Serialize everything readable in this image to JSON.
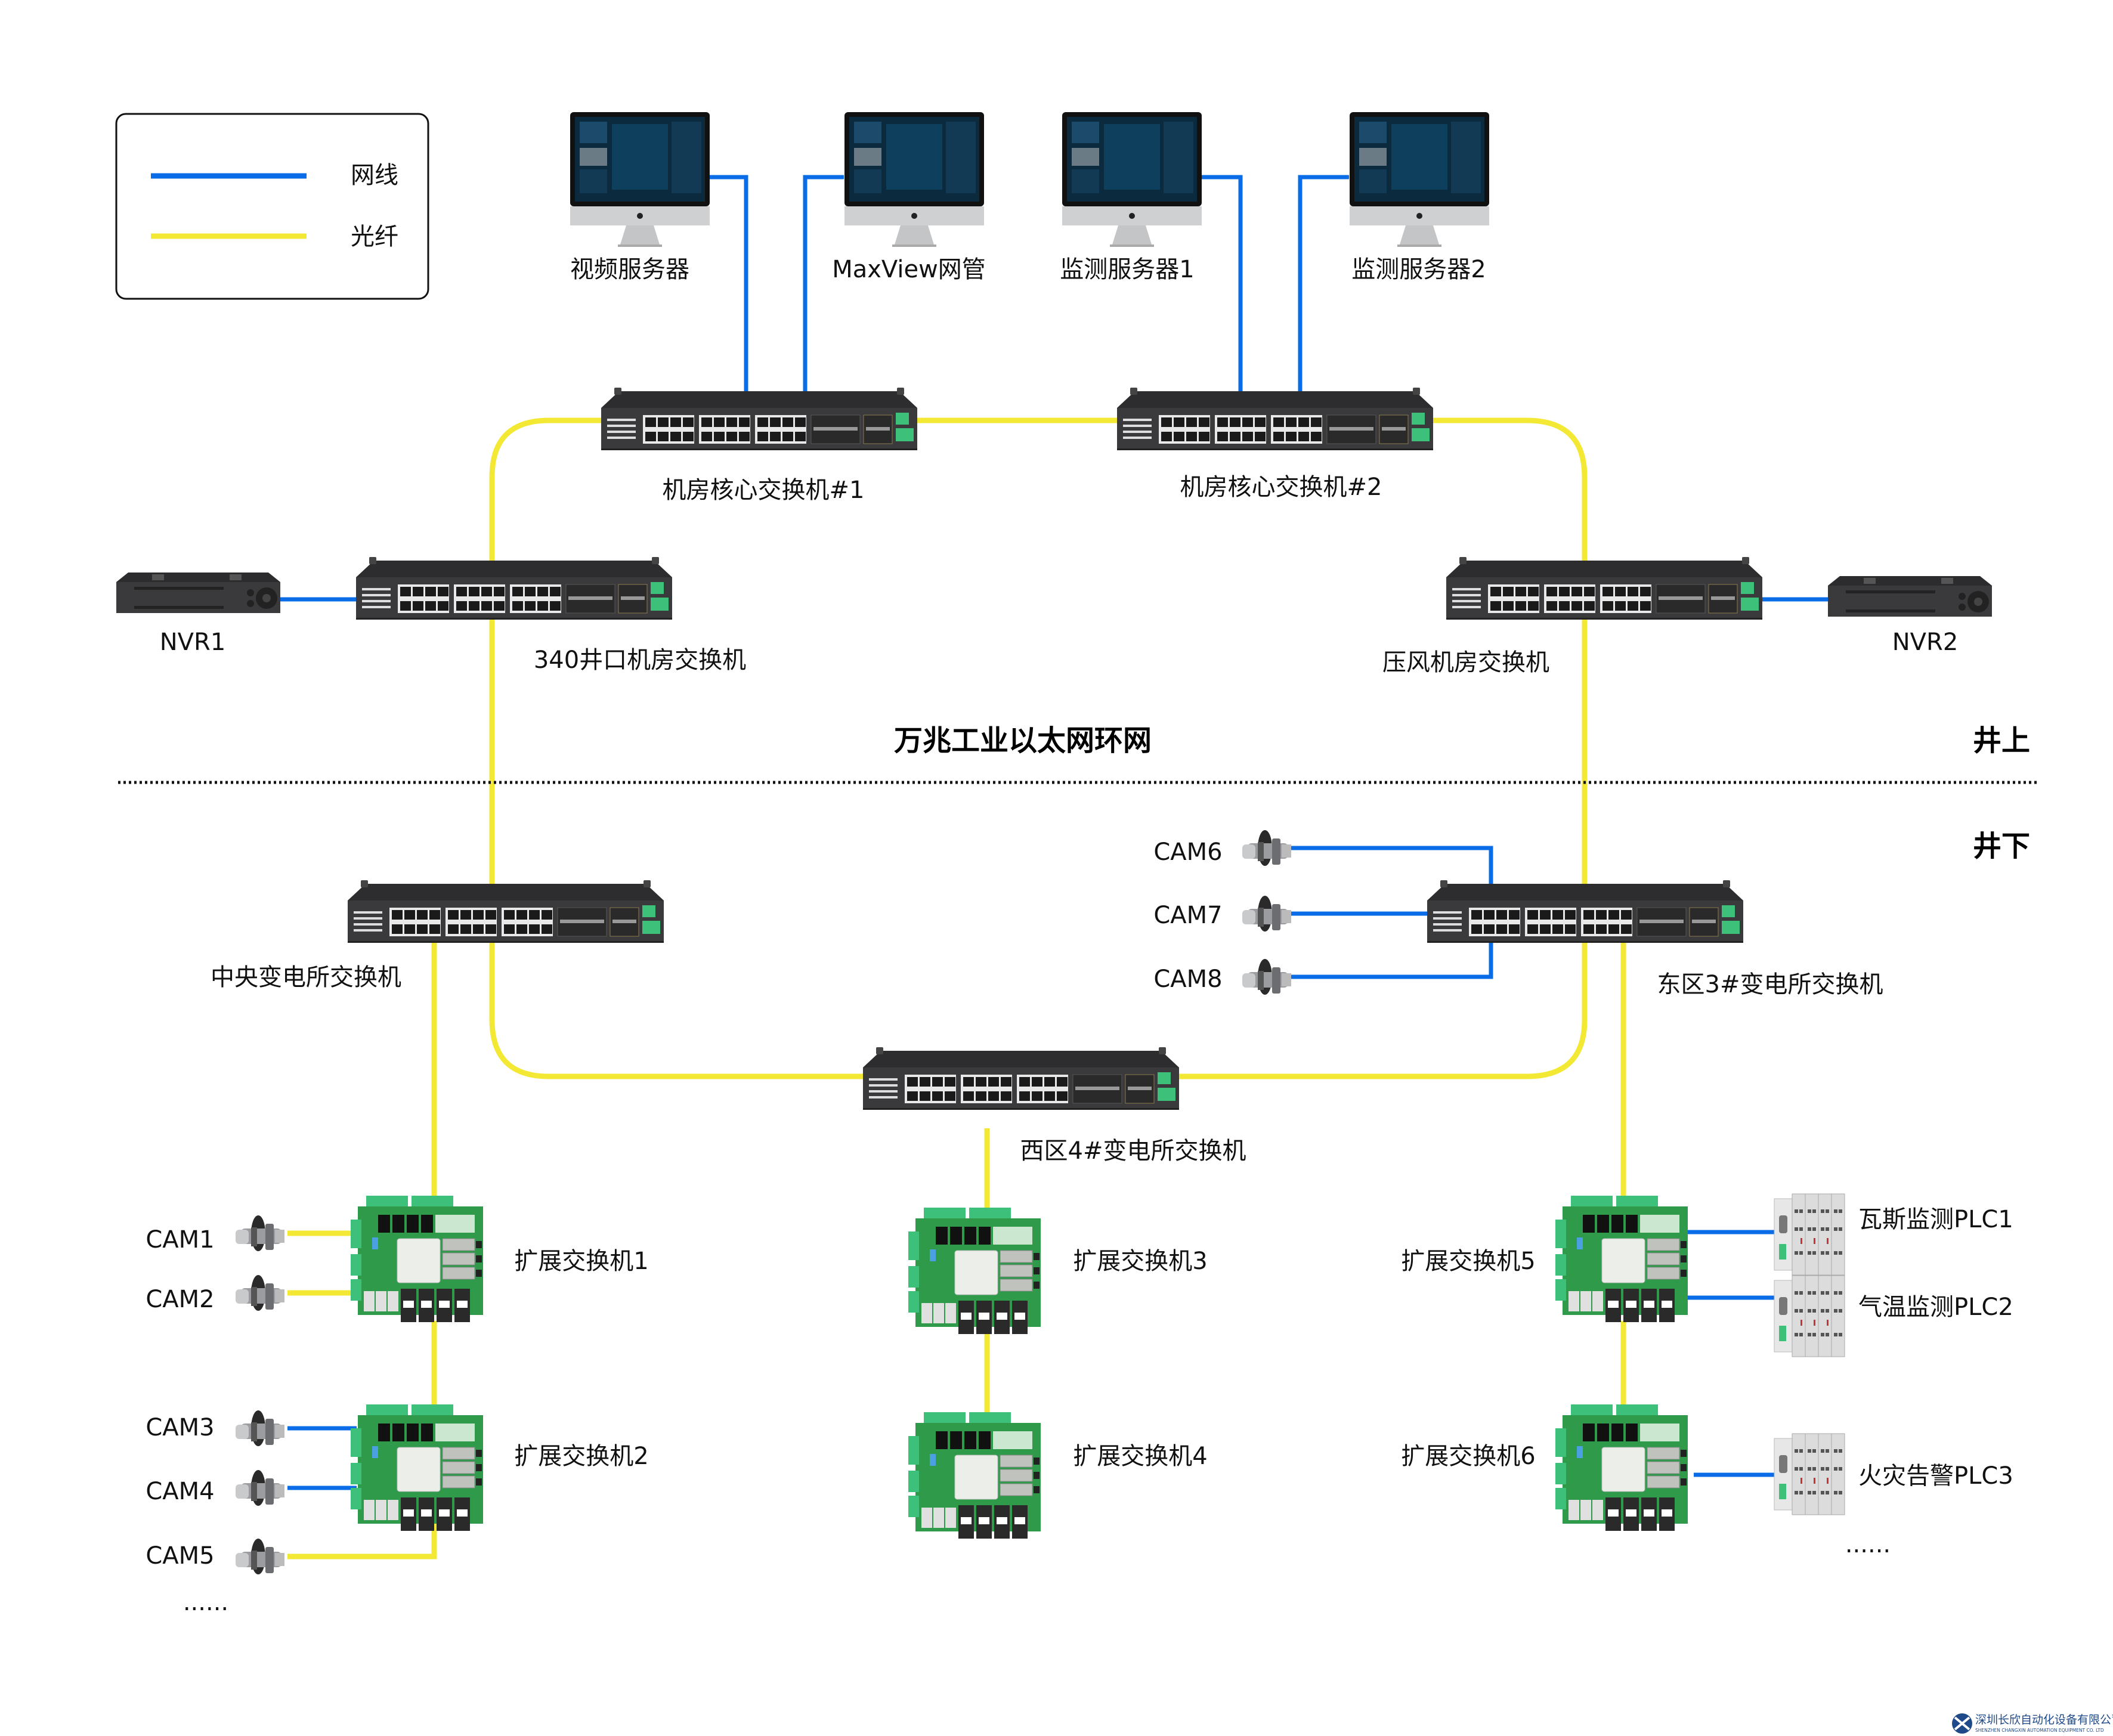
{
  "colors": {
    "network_cable": "#0A6CE6",
    "fiber": "#F3E934",
    "switch_body": "#3a3a3c",
    "pcb_green": "#2e9a4a",
    "logo": "#1f4a8a"
  },
  "legend": {
    "items": [
      {
        "label": "网线",
        "type": "network_cable"
      },
      {
        "label": "光纤",
        "type": "fiber"
      }
    ]
  },
  "title": "万兆工业以太网环网",
  "zones": {
    "above": "井上",
    "below": "井下"
  },
  "servers": [
    {
      "label": "视频服务器",
      "icon": "monitor-icon"
    },
    {
      "label": "MaxView网管",
      "icon": "monitor-icon"
    },
    {
      "label": "监测服务器1",
      "icon": "monitor-icon"
    },
    {
      "label": "监测服务器2",
      "icon": "monitor-icon"
    }
  ],
  "ring_switches": {
    "core1": "机房核心交换机#1",
    "core2": "机房核心交换机#2",
    "well340": "340井口机房交换机",
    "compressor": "压风机房交换机",
    "central": "中央变电所交换机",
    "east3": "东区3#变电所交换机",
    "west4": "西区4#变电所交换机"
  },
  "nvrs": [
    {
      "label": "NVR1",
      "icon": "nvr-icon"
    },
    {
      "label": "NVR2",
      "icon": "nvr-icon"
    }
  ],
  "cameras": [
    {
      "label": "CAM1",
      "link": "fiber"
    },
    {
      "label": "CAM2",
      "link": "fiber"
    },
    {
      "label": "CAM3",
      "link": "network_cable"
    },
    {
      "label": "CAM4",
      "link": "network_cable"
    },
    {
      "label": "CAM5",
      "link": "fiber"
    },
    {
      "label": "CAM6",
      "link": "network_cable"
    },
    {
      "label": "CAM7",
      "link": "network_cable"
    },
    {
      "label": "CAM8",
      "link": "network_cable"
    }
  ],
  "expansion_switches": [
    {
      "label": "扩展交换机1"
    },
    {
      "label": "扩展交换机2"
    },
    {
      "label": "扩展交换机3"
    },
    {
      "label": "扩展交换机4"
    },
    {
      "label": "扩展交换机5"
    },
    {
      "label": "扩展交换机6"
    }
  ],
  "plcs": [
    {
      "label": "瓦斯监测PLC1"
    },
    {
      "label": "气温监测PLC2"
    },
    {
      "label": "火灾告警PLC3"
    }
  ],
  "ellipsis": "......",
  "company": {
    "name_cn": "深圳长欣自动化设备有限公司",
    "name_en": "SHENZHEN CHANGXIN AUTOMATION EQUIPMENT CO. LTD"
  }
}
